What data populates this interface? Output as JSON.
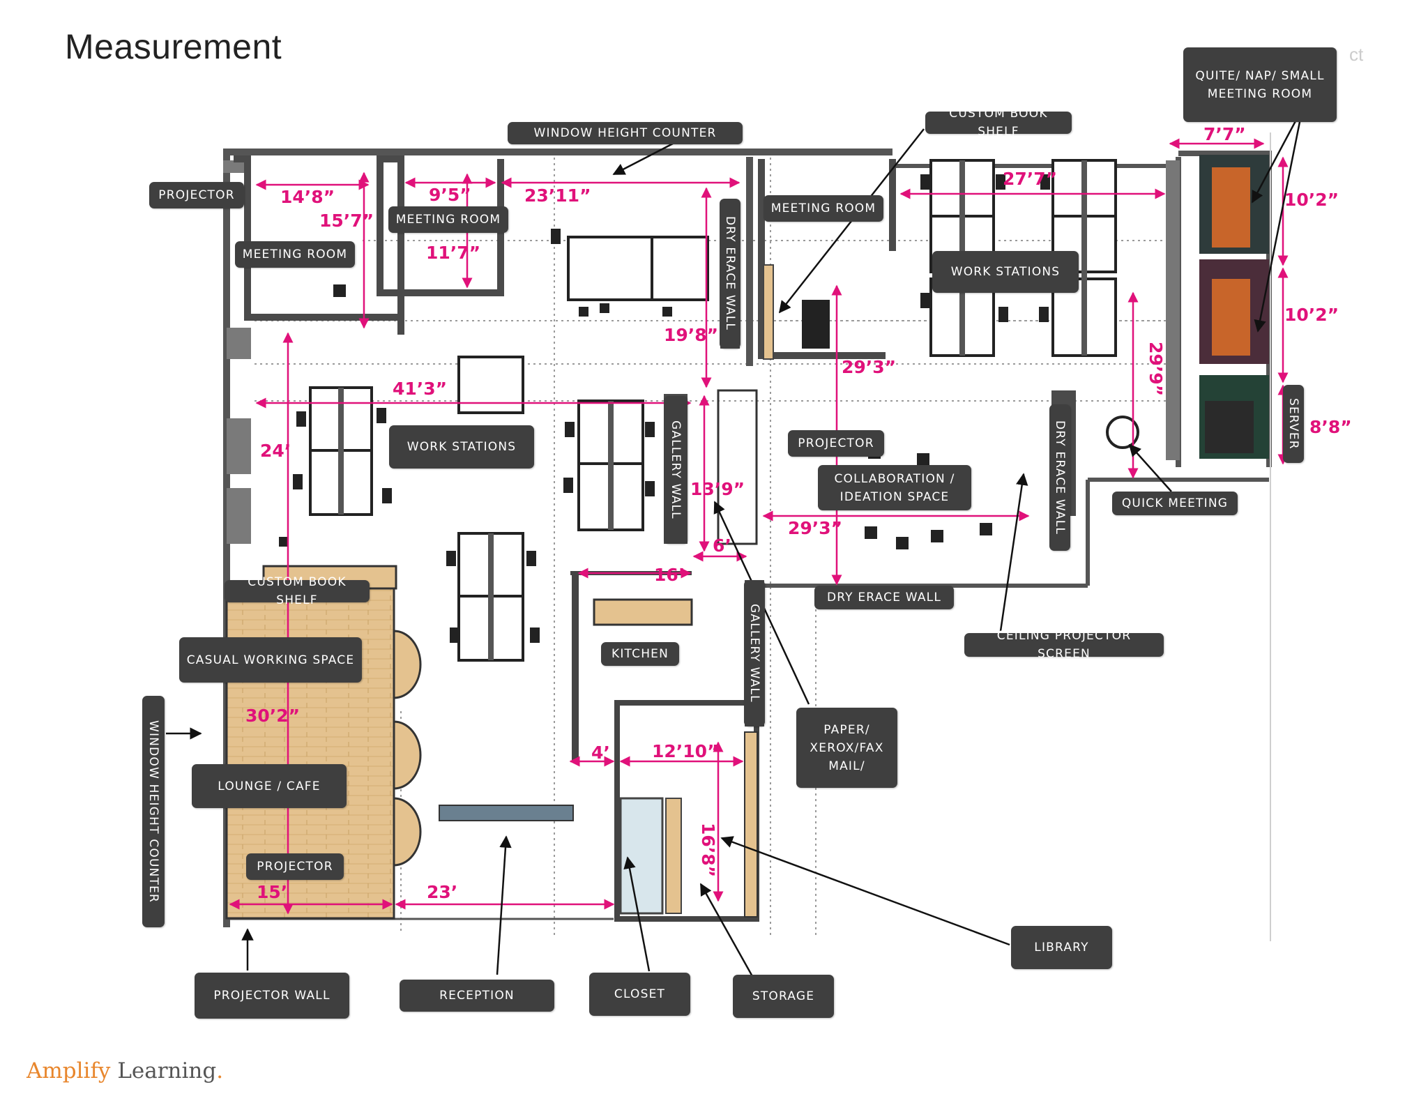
{
  "header": {
    "title": "Measurement",
    "ghost_text": "ct"
  },
  "footer": {
    "brand_primary": "Amplify",
    "brand_secondary": "Learning",
    "brand_dot": "."
  },
  "colors": {
    "dimension": "#e0117a",
    "label_bg": "#3f3f3f",
    "wall": "#555555",
    "wood": "#e3c08c",
    "brand_orange": "#e8862c"
  },
  "labels": {
    "window_height_counter_top": "WINDOW HEIGHT COUNTER",
    "custom_book_shelf_top": "CUSTOM BOOK SHELF",
    "quite_nap_room": "QUITE/ NAP/ SMALL MEETING ROOM",
    "projector_top_left": "PROJECTOR",
    "meeting_room_center": "MEETING ROOM",
    "meeting_room_right": "MEETING ROOM",
    "meeting_room_left": "MEETING ROOM",
    "work_stations_right": "WORK STATIONS",
    "dry_erace_wall_vertical": "DRY ERACE WALL",
    "work_stations_left": "WORK STATIONS",
    "gallery_wall_upper": "GALLERY WALL",
    "projector_center": "PROJECTOR",
    "collaboration_space": "COLLABORATION / IDEATION SPACE",
    "dry_erace_wall_right": "DRY ERACE WALL",
    "server": "SERVER",
    "quick_meeting": "QUICK MEETING",
    "custom_book_shelf_left": "CUSTOM BOOK SHELF",
    "dry_erace_wall_bottom": "DRY ERACE WALL",
    "ceiling_projector_screen": "CEILING PROJECTOR SCREEN",
    "casual_working_space": "CASUAL WORKING SPACE",
    "kitchen": "KITCHEN",
    "gallery_wall_lower": "GALLERY WALL",
    "paper_xerox": "PAPER/ XEROX/FAX MAIL/",
    "window_height_counter_left": "WINDOW HEIGHT COUNTER",
    "lounge_cafe": "LOUNGE / CAFE",
    "projector_lounge": "PROJECTOR",
    "library": "LIBRARY",
    "projector_wall": "PROJECTOR WALL",
    "reception": "RECEPTION",
    "closet": "CLOSET",
    "storage": "STORAGE"
  },
  "dimensions": {
    "d_14_8": "14’8”",
    "d_15_7": "15’7”",
    "d_9_5": "9’5”",
    "d_11_7": "11’7”",
    "d_23_11": "23’11”",
    "d_27_7": "27’7”",
    "d_7_7": "7’7”",
    "d_10_2_a": "10’2”",
    "d_10_2_b": "10’2”",
    "d_8_8": "8’8”",
    "d_19_8": "19’8”",
    "d_29_3_upper": "29’3”",
    "d_29_9": "29’9”",
    "d_41_3": "41’3”",
    "d_24": "24’",
    "d_13_9": "13’9”",
    "d_6": "6’",
    "d_29_3_lower": "29’3”",
    "d_16": "16’",
    "d_30_2": "30’2”",
    "d_4": "4’",
    "d_12_10": "12’10”",
    "d_16_8": "16’8”",
    "d_15": "15’",
    "d_23": "23’"
  }
}
